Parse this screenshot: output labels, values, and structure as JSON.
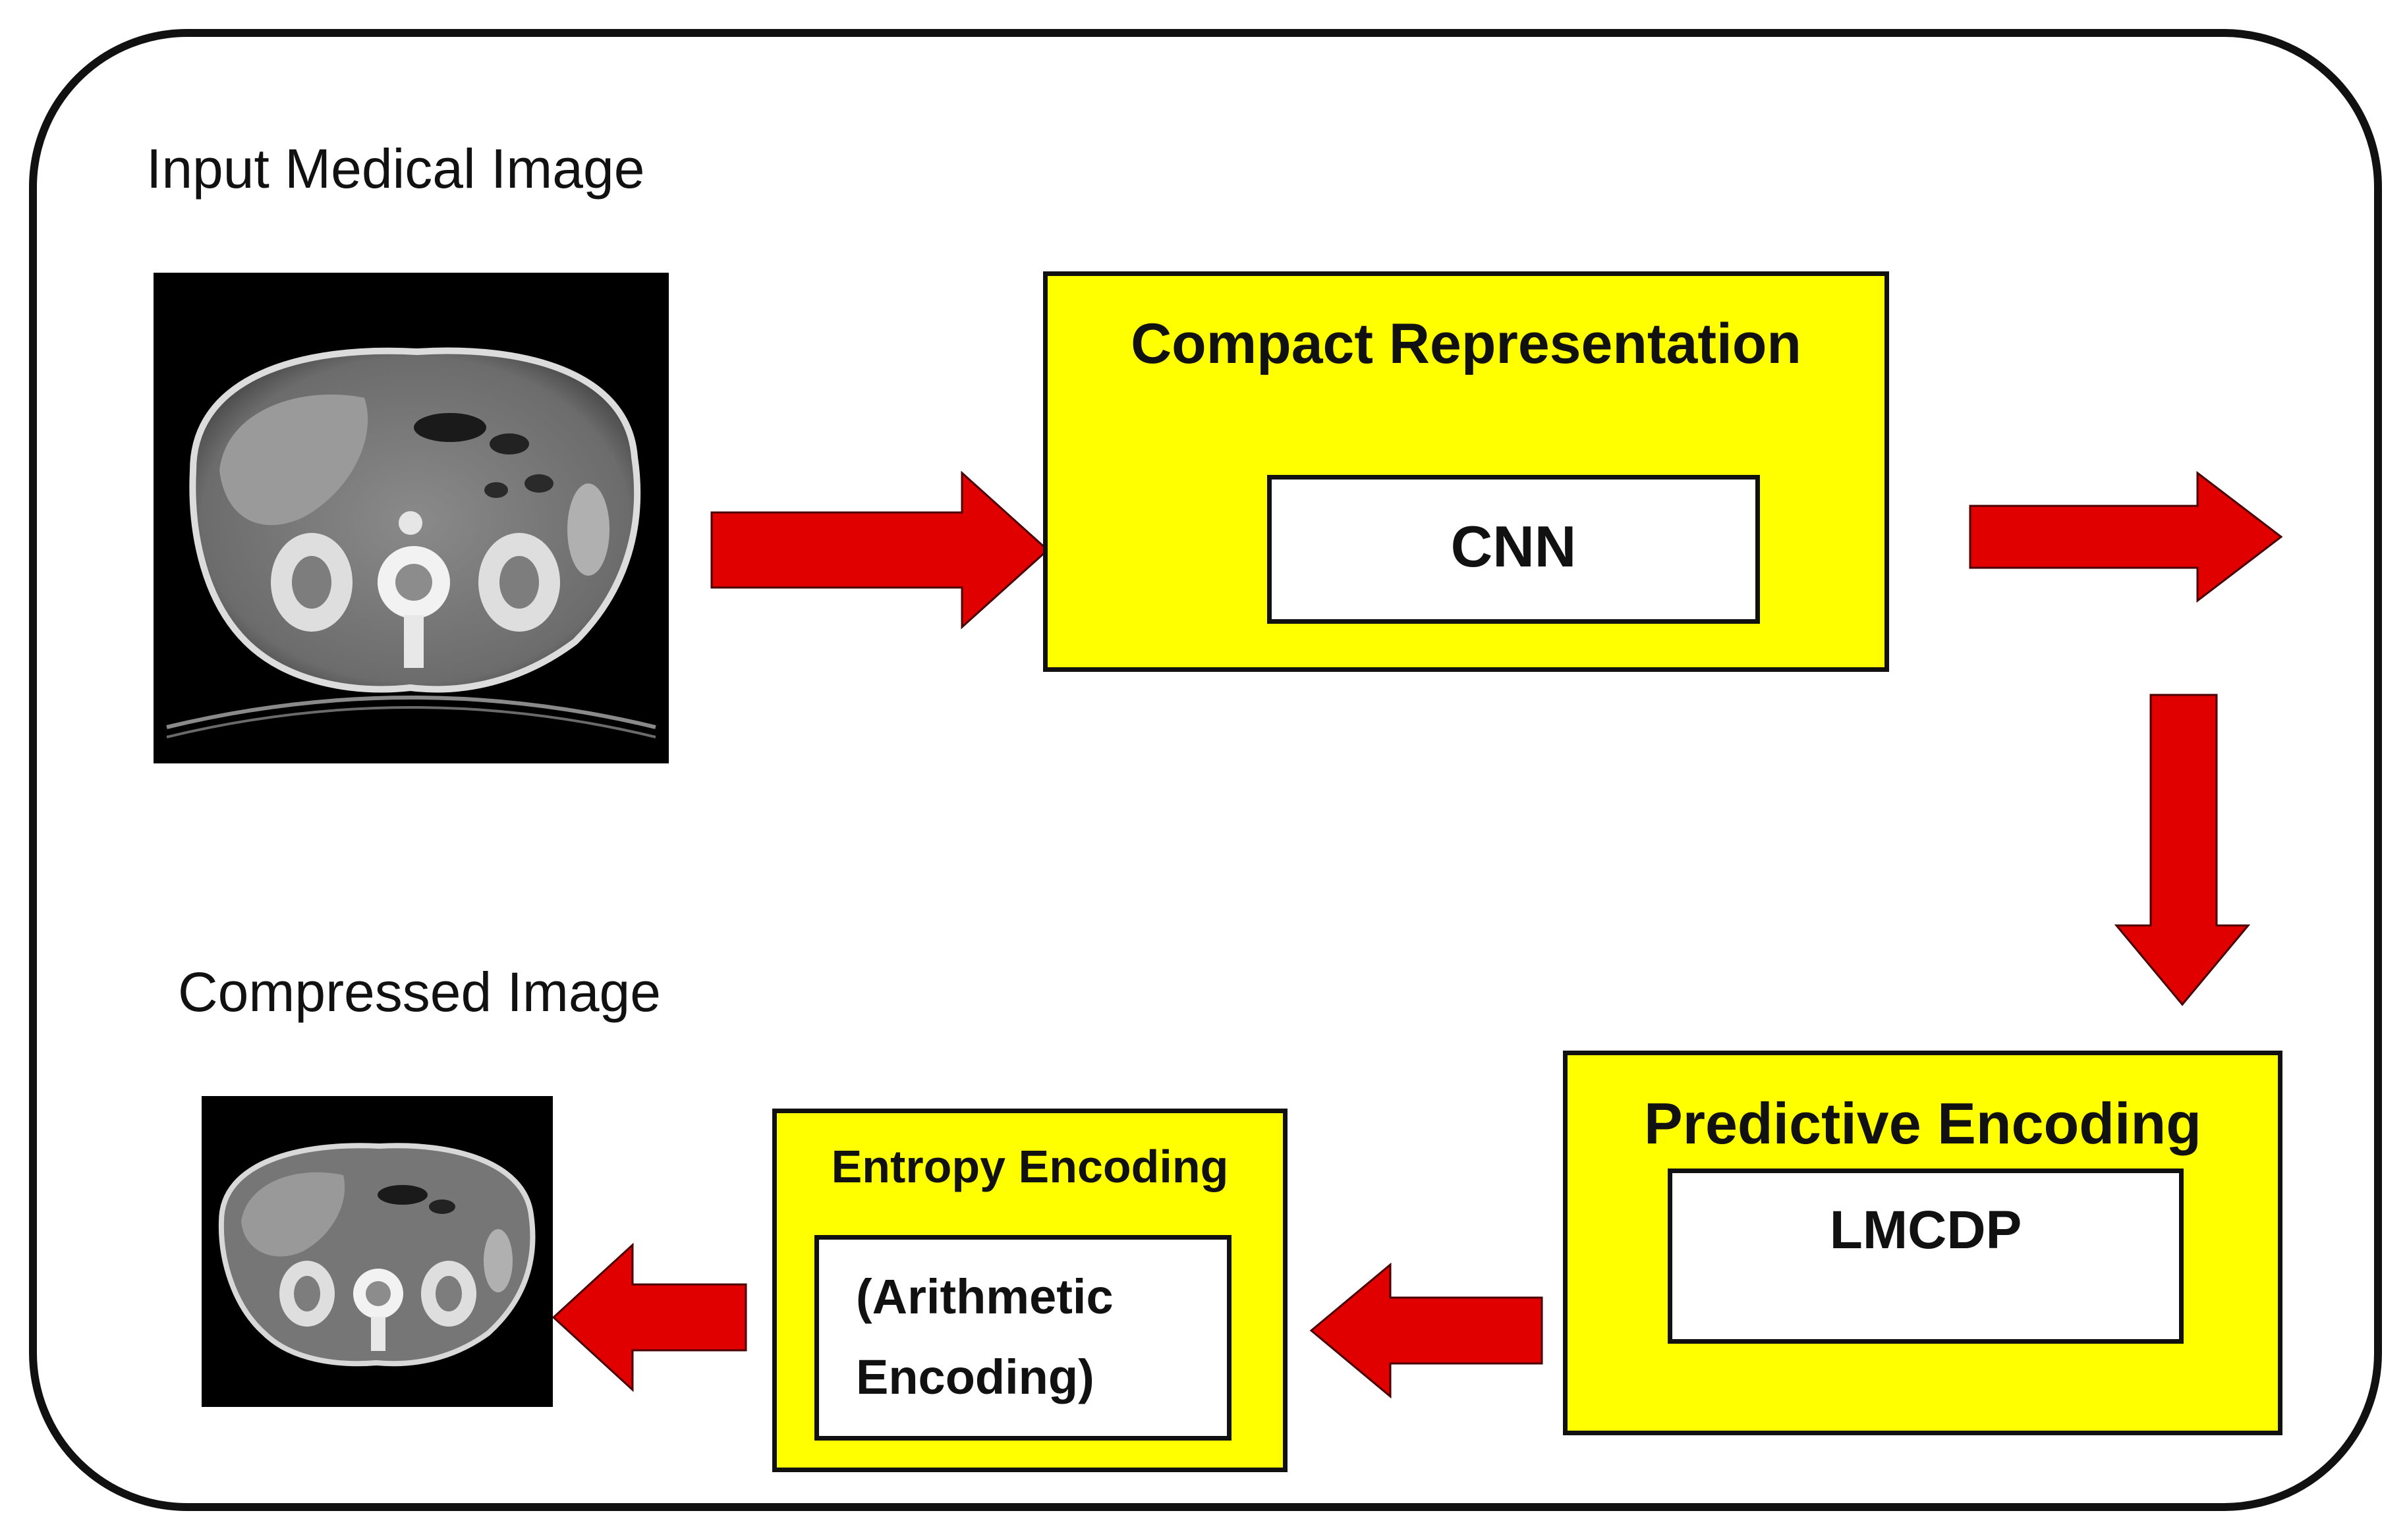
{
  "diagram": {
    "input_label": "Input Medical Image",
    "output_label": "Compressed Image",
    "compact": {
      "title": "Compact Representation",
      "inner": "CNN"
    },
    "predictive": {
      "title": "Predictive Encoding",
      "inner": "LMCDP"
    },
    "entropy": {
      "title": "Entropy Encoding",
      "inner_line1": "(Arithmetic",
      "inner_line2": "Encoding)"
    }
  },
  "colors": {
    "box_fill": "#ffff00",
    "arrow_fill": "#e00000",
    "outline": "#111111",
    "image_background": "#000000"
  },
  "icons": {
    "input_image": "ct-scan-image",
    "output_image": "ct-scan-image",
    "arrows": "red-block-arrow"
  }
}
